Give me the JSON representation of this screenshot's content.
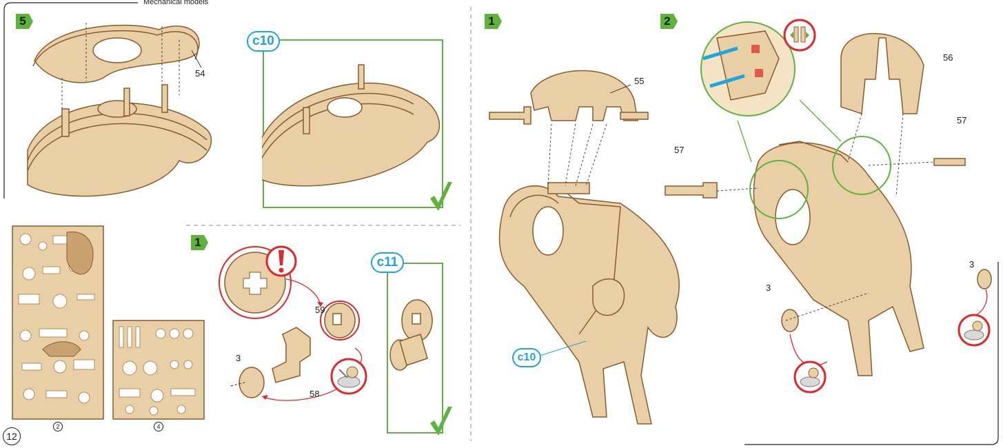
{
  "header": {
    "title": "Mechanical models"
  },
  "page": {
    "number": "12"
  },
  "steps": {
    "left_5": "5",
    "left_1": "1",
    "right_1": "1",
    "right_2": "2"
  },
  "checks": {
    "c10_top": "c10",
    "c11": "c11",
    "c10_right": "c10"
  },
  "part_labels": {
    "p54": "54",
    "p59": "59",
    "p3_left": "3",
    "p58": "58",
    "p55": "55",
    "p56": "56",
    "p57_left": "57",
    "p57_right": "57",
    "p3_mid": "3",
    "p3_right": "3"
  },
  "sheets": {
    "sheet_a": "2",
    "sheet_b": "4"
  },
  "icons": [
    "warning-icon",
    "checkmark-icon",
    "glue-icon",
    "step-arrow-icon"
  ],
  "colors": {
    "wood": "#e8cfa6",
    "wood_edge": "#8a5a2b",
    "green": "#5db33c",
    "blue": "#1da6dc",
    "red": "#e2262a"
  }
}
